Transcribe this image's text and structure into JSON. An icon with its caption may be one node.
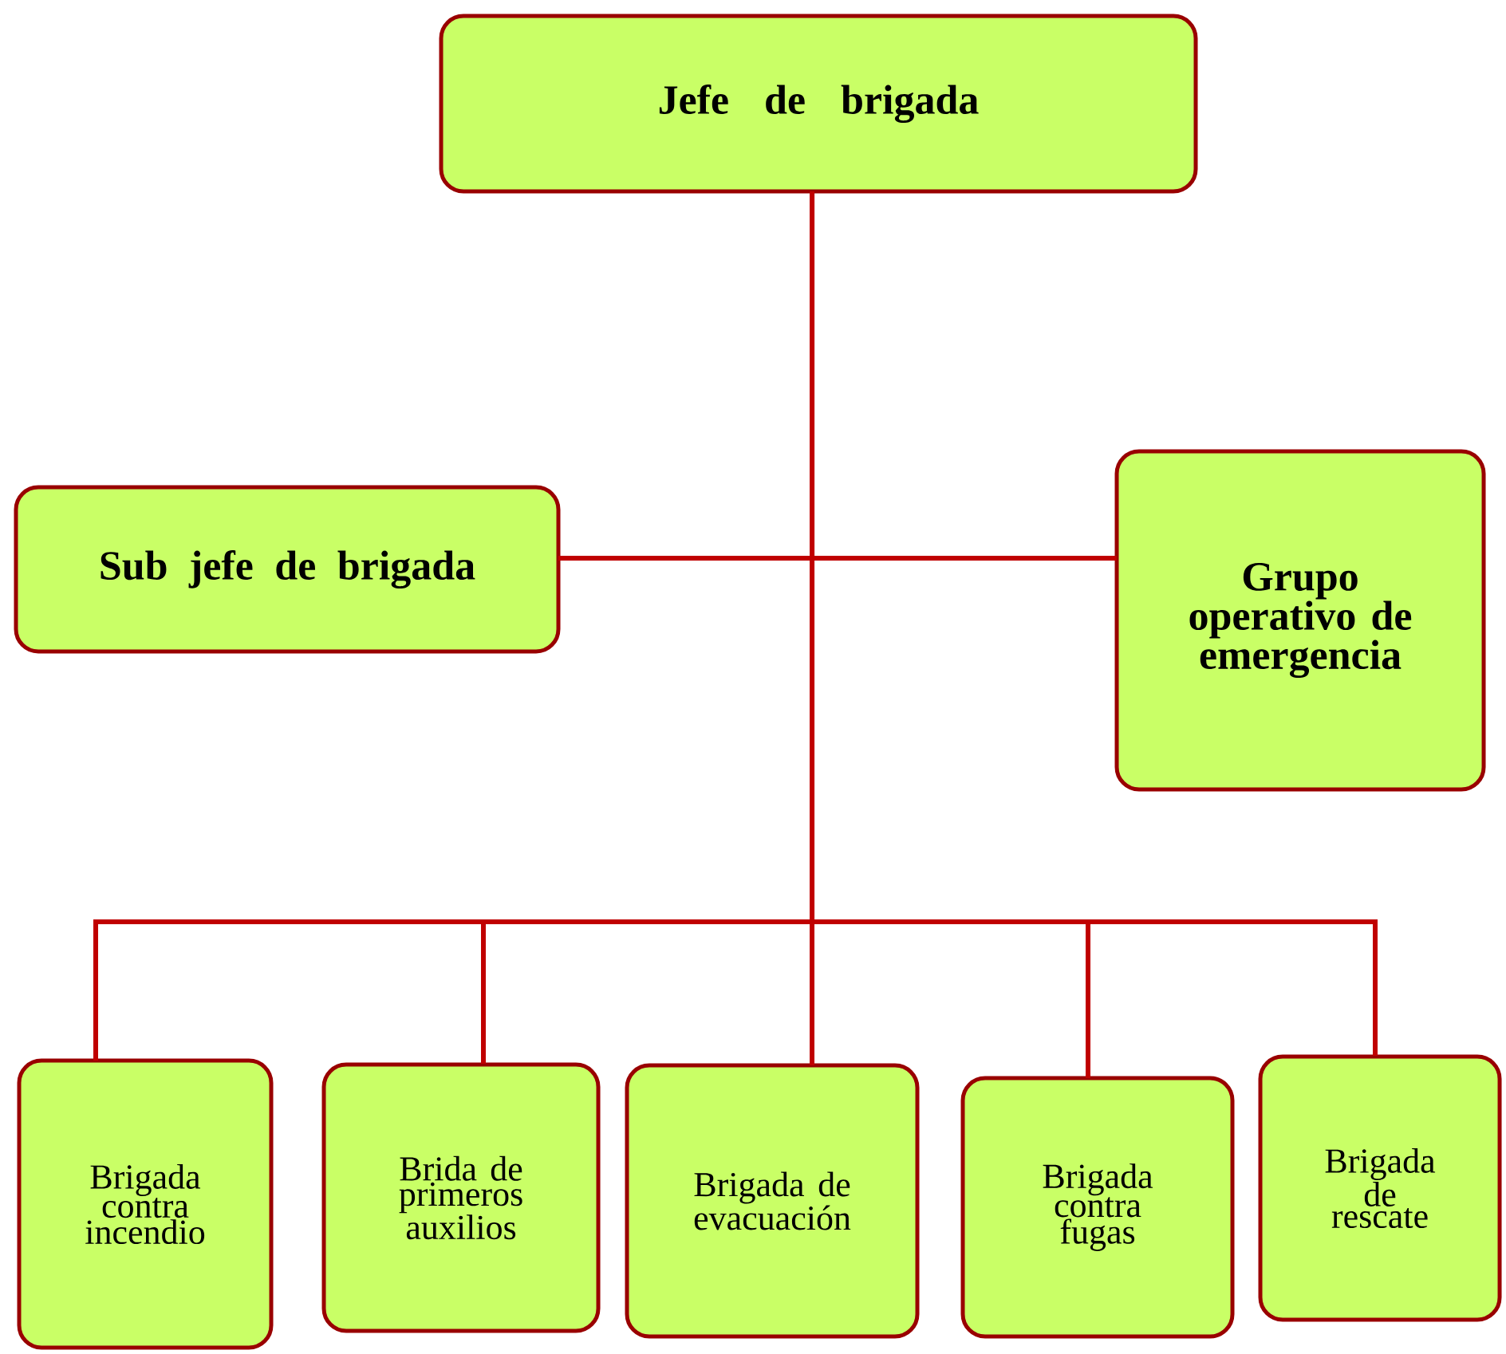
{
  "diagram": {
    "nodes": [
      {
        "text": [
          "Jefe de brigada"
        ]
      },
      {
        "text": [
          "Sub jefe de brigada"
        ]
      },
      {
        "text": [
          "Grupo operativo de emergencia"
        ]
      },
      {
        "text": [
          "Brigada contra incendio"
        ]
      },
      {
        "text": [
          "Brida de primeros auxilios"
        ]
      },
      {
        "text": [
          "Brigada de evacuación"
        ]
      },
      {
        "text": [
          "Brigada contra fugas"
        ]
      },
      {
        "text": [
          "Brigada de rescate"
        ]
      }
    ],
    "edges": [
      {
        "from": 0,
        "to": 1,
        "arrow": "none"
      },
      {
        "from": 0,
        "to": 2,
        "arrow": "none"
      },
      {
        "from": 0,
        "to": 3,
        "arrow": "none"
      },
      {
        "from": 0,
        "to": 4,
        "arrow": "none"
      },
      {
        "from": 0,
        "to": 5,
        "arrow": "none"
      },
      {
        "from": 0,
        "to": 6,
        "arrow": "none"
      },
      {
        "from": 0,
        "to": 7,
        "arrow": "none"
      }
    ]
  }
}
